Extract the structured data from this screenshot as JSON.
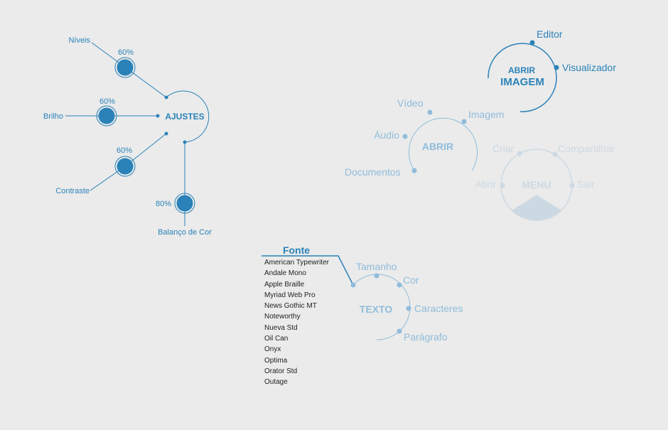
{
  "colors": {
    "primary": "#2a82b8",
    "faded": "#8fbcdb",
    "menu_faded": "#cdd9e2",
    "background": "#ebebeb",
    "list_text": "#222222"
  },
  "ajustes": {
    "center_label": "AJUSTES",
    "controls": [
      {
        "label": "Níveis",
        "value_text": "60%",
        "value": 60
      },
      {
        "label": "Brilho",
        "value_text": "60%",
        "value": 60
      },
      {
        "label": "Contraste",
        "value_text": "60%",
        "value": 60
      },
      {
        "label": "Balanço de Cor",
        "value_text": "80%",
        "value": 80
      }
    ]
  },
  "abrir_imagem": {
    "title_line1": "ABRIR",
    "title_line2": "IMAGEM",
    "options": [
      "Editor",
      "Visualizador"
    ]
  },
  "abrir": {
    "center_label": "ABRIR",
    "options": [
      "Vídeo",
      "Imagem",
      "Áudio",
      "Documentos"
    ]
  },
  "menu": {
    "center_label": "MENU",
    "options": [
      "Criar",
      "Compartilhar",
      "Abrir",
      "Sair"
    ]
  },
  "texto": {
    "center_label": "TEXTO",
    "options": [
      "Tamanho",
      "Cor",
      "Caracteres",
      "Parágrafo"
    ],
    "font_panel": {
      "title": "Fonte",
      "fonts": [
        "American Typewriter",
        "Andale Mono",
        "Apple Braille",
        "Myriad Web Pro",
        "News Gothic MT",
        "Noteworthy",
        "Nueva Std",
        "Oil Can",
        "Onyx",
        "Optima",
        "Orator Std",
        "Outage"
      ]
    }
  }
}
